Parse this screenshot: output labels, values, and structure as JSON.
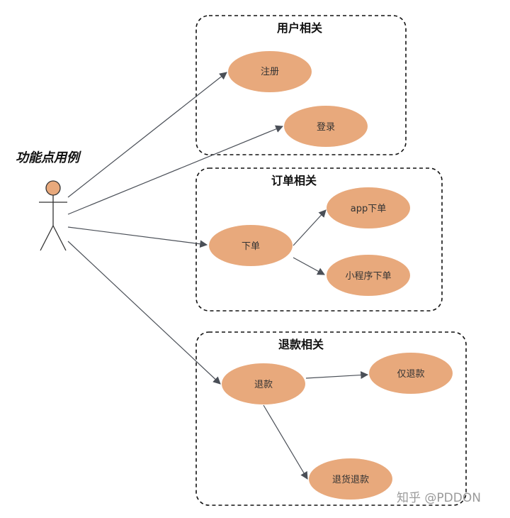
{
  "actor": {
    "label": "功能点用例"
  },
  "groups": [
    {
      "id": "user",
      "title": "用户相关"
    },
    {
      "id": "order",
      "title": "订单相关"
    },
    {
      "id": "refund",
      "title": "退款相关"
    }
  ],
  "use_cases": [
    {
      "id": "register",
      "label": "注册",
      "group": "user"
    },
    {
      "id": "login",
      "label": "登录",
      "group": "user"
    },
    {
      "id": "place-order",
      "label": "下单",
      "group": "order"
    },
    {
      "id": "app-order",
      "label": "app下单",
      "group": "order"
    },
    {
      "id": "miniapp-order",
      "label": "小程序下单",
      "group": "order"
    },
    {
      "id": "refund",
      "label": "退款",
      "group": "refund"
    },
    {
      "id": "refund-only",
      "label": "仅退款",
      "group": "refund"
    },
    {
      "id": "return-refund",
      "label": "退货退款",
      "group": "refund"
    }
  ],
  "relations": [
    {
      "from": "actor",
      "to": "register"
    },
    {
      "from": "actor",
      "to": "login"
    },
    {
      "from": "actor",
      "to": "place-order"
    },
    {
      "from": "actor",
      "to": "refund"
    },
    {
      "from": "place-order",
      "to": "app-order"
    },
    {
      "from": "place-order",
      "to": "miniapp-order"
    },
    {
      "from": "refund",
      "to": "refund-only"
    },
    {
      "from": "refund",
      "to": "return-refund"
    }
  ],
  "watermark": "知乎 @PDDON",
  "colors": {
    "use_case_fill": "#e8a97c",
    "line": "#4a4f57",
    "border": "#111111"
  }
}
